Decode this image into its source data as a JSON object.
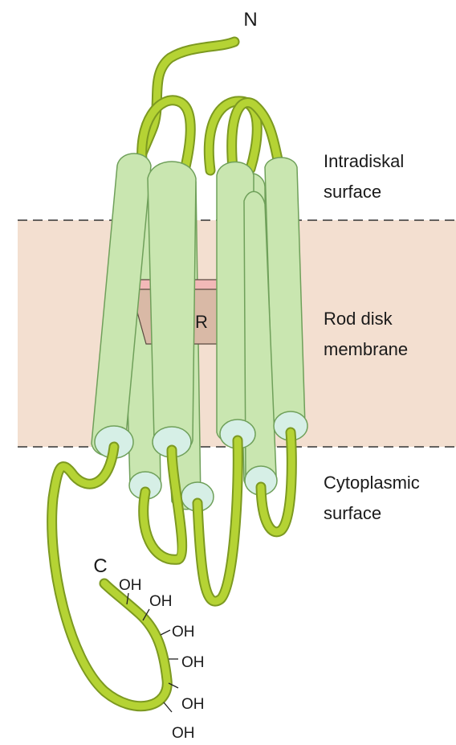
{
  "labels": {
    "n_terminus": "N",
    "c_terminus": "C",
    "retinal": "R",
    "intradiskal_line1": "Intradiskal",
    "intradiskal_line2": "surface",
    "membrane_line1": "Rod disk",
    "membrane_line2": "membrane",
    "cytoplasmic_line1": "Cytoplasmic",
    "cytoplasmic_line2": "surface",
    "hydroxyls": [
      "OH",
      "OH",
      "OH",
      "OH",
      "OH",
      "OH"
    ]
  },
  "colors": {
    "membrane": "#f3dfd0",
    "helix_fill": "#c9e6b0",
    "helix_stroke": "#6fa05a",
    "helix_end": "#d6efe6",
    "loop": "#b5d334",
    "loop_edge": "#7c9920",
    "retinal_top": "#f2b8b8",
    "retinal_body": "#d9b9a6",
    "text": "#1a1a1a"
  }
}
